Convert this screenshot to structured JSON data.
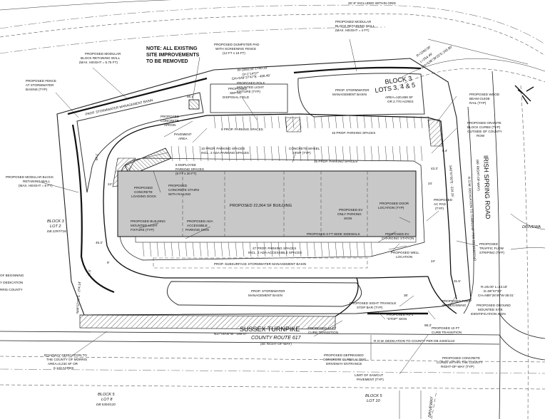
{
  "notes": {
    "note_line1": "NOTE: ALL EXISTING",
    "note_line2": "SITE IMPROVEMENTS",
    "note_line3": "TO BE REMOVED"
  },
  "labels": {
    "top_cut": "25'-8\" INCLUDED WITHIN GRID",
    "wall_modular_top_1": "PROPOSED MODULAR",
    "wall_modular_top_2": "BLOCK RETAINING WALL",
    "wall_modular_top_3": "(MAX. HEIGHT = 5.75 FT)",
    "dumpster_1": "PROPOSED DUMPSTER PAD",
    "dumpster_2": "WITH SCREENING FENCE",
    "dumpster_3": "(12 FT x 15 FT)",
    "wall_right_1": "PROPOSED MODULAR",
    "wall_right_2": "BLOCK RETAINING WALL",
    "wall_right_3": "(MAX. HEIGHT = 4 FT)",
    "curve_top_1": "R=1850.00' L=40.33'",
    "curve_top_2": "D=1°14'57\"",
    "curve_top_3": "CH=S49°27'47\"E - 408.48'",
    "curve_right_1": "R=2260.00'",
    "curve_right_2": "L=254.49'",
    "curve_right_3": "CH=S38°39'25\"E-245.80'",
    "fence_1": "PROPOSED FENCE",
    "fence_2": "AT STORMWATER",
    "fence_3": "BASINS (TYP)",
    "septic_1": "PROPOSED",
    "septic_2": "SEPTIC",
    "septic_3": "DISPOSAL FIELD",
    "pole_1": "PROPOSED POLE",
    "pole_2": "MOUNTED LIGHT",
    "pole_3": "FIXTURE (TYP)",
    "swm_left": "PROP. STORMWATER MANAGEMENT BASIN",
    "swm_top_1": "PROP. STORMWATER",
    "swm_top_2": "MANAGEMENT BASIN",
    "block3_1": "BLOCK 3",
    "block3_2": "LOTS 3, 4 & 5",
    "block3_3": "AREA=120,659 SF",
    "block3_4": "OR 2.770 ACRES",
    "beam_1": "PROPOSED WOOD",
    "beam_2": "BEAM GUIDE",
    "beam_3": "RAIL (TYP)",
    "apron_1": "PROPOSED",
    "apron_2": "CONCRETE",
    "apron_3": "APRON",
    "pave_1": "PAVEMENT",
    "pave_2": "AREA",
    "dim_56": "56.1'",
    "pk9": "9 PROP. PARKING SPACES",
    "pk10_1": "10 PROP. PARKING SPACES",
    "pk10_2": "INCL. 2 ADA PARKING SPACES",
    "wheel_1": "CONCRETE WHEEL",
    "wheel_2": "STOP (TYP)",
    "pk15a": "15 PROP. PARKING SPACES",
    "pk15b": "15 PROP. PARKING SPACES",
    "granite_1": "PROPOSED GRANITE",
    "granite_2": "BLOCK CURBS (TYP)",
    "granite_3": "OUTSIDE OF COUNTY",
    "granite_4": "ROW",
    "emp_1": "6 EMPLOYEE",
    "emp_2": "PARKING SPACES",
    "emp_3": "(9 FT x 20 FT)",
    "dim_43": "43.3'",
    "road_name": "IRISH SPRING ROAD",
    "road_row": "(66' RIGHT-OF-WAY)",
    "row_ded_right": "R.O.W. DEDICATION TO TOWNSHIP PER DB 2326/1143",
    "bearing_right": "S46°07'00\"E - 224.15'",
    "wall_left_1": "PROPOSED MODULAR BLOCK",
    "wall_left_2": "RETAINING WALL",
    "wall_left_3": "(MAX. HEIGHT = 8 FT)",
    "load_1": "PROPOSED",
    "load_2": "CONCRETE",
    "load_3": "LOADING DOCK",
    "stairs_1": "PROPOSED",
    "stairs_2": "CONCRETE STAIRS",
    "stairs_3": "WITH RAILING",
    "building": "PROPOSED 22,064 SF BUILDING",
    "ev_only_1": "PROPOSED EV",
    "ev_only_2": "ONLY PARKING",
    "ev_only_3": "SIGN",
    "door_1": "PROPOSED DOOR",
    "door_2": "LOCATION (TYP)",
    "ac_1": "PROPOSED",
    "ac_2": "AC PAD",
    "ac_3": "(TYP)",
    "block3_lot2_1": "BLOCK 3",
    "block3_lot2_2": "LOT 2",
    "block3_lot2_3": "DB 2297/716",
    "bldg_light_1": "PROPOSED BUILDING",
    "bldg_light_2": "MOUNTED LIGHT",
    "bldg_light_3": "FIXTURE (TYP)",
    "ada_sign_1": "PROPOSED ADA",
    "ada_sign_2": "ACCESSIBLE",
    "ada_sign_3": "PARKING SIGN",
    "sidewalk": "PROPOSED 6 FT WIDE SIDEWALK",
    "ev_station_1": "PROPOSED EV",
    "ev_station_2": "CHARGING STATION",
    "dim_453": "45.3'",
    "pk27_1": "27 PROP. PARKING SPACES",
    "pk27_2": "INCL. 2 ADA ACCESSIBLE SPACES",
    "well_1": "PROPOSED WELL",
    "well_2": "LOCATION",
    "traffic_1": "PROPOSED",
    "traffic_2": "TRAFFIC FLOW",
    "traffic_3": "STRIPING (TYP)",
    "sub_swm": "PROP. SUBSURFACE STORMWATER MANAGEMENT BASIN",
    "driveway": "DRIVEWA",
    "pob_left_1": "OF BEGINNING",
    "pob_left_2": "Y DEDICATION",
    "pob_left_3": "RRIS COUNTY",
    "swm_bottom_1": "PROP. STORMWATER",
    "swm_bottom_2": "MANAGEMENT BASIN",
    "dim_36": "36'",
    "sight_1": "PROPOSED SIGHT TRIANGLE",
    "sight_2": "STOP BAR (TYP)",
    "stop_1": "PROPOSED R1-1",
    "stop_2": "\"STOP\" SIGN",
    "pob_right_1": "PROPOSED POINT",
    "pob_right_2": "OF BEGINNING",
    "curve_bot_1": "R=25.00' L=43.18'",
    "curve_bot_2": "D=98°57'30\"",
    "curve_bot_3": "CH=N89°28'49\"W-38.01'",
    "ground_sign_1": "PROPOSED GROUND",
    "ground_sign_2": "MOUNTED SITE",
    "ground_sign_3": "IDENTIFICATION SIGN",
    "dim_315": "31.5'",
    "dim_24a": "24'",
    "dim_24b": "24'",
    "dim_84": "8.4'",
    "dim_24c": "24'",
    "dim_775": "77.5'",
    "dim_871": "87.1'",
    "dim_9": "9'",
    "dim_983": "98.3'",
    "bearing_bottom": "N37°00'00\"W - 189.47'",
    "bearing_left": "N44°57'00\"E - 274.14'",
    "turnpike": "SUSSEX TURNPIKE",
    "county_route": "COUNTY ROUTE 617",
    "turnpike_row": "(66' RIGHT-OF-WAY)",
    "transition_1": "PROPOSED 10 FT",
    "transition_2": "CURB TRANSITION",
    "transition_3": "PROPOSED 10 FT",
    "transition_4": "CURB TRANSITION",
    "row_ded_bottom": "R.O.W. DEDICATION TO COUNTY PER DB 2326/1143",
    "roadway_1": "ROADWAY DEDICATION TO",
    "roadway_2": "THE COUNTY OF MORRIS",
    "roadway_3": "AREA=6,234 SF OR",
    "roadway_4": "0.143 ACRES",
    "depressed_1": "PROPOSED DEPRESSED",
    "depressed_2": "CONCRETE CURBS ALONG",
    "depressed_3": "DRIVEWAY ENTRANCE",
    "conc_curb_1": "PROPOSED CONCRETE",
    "conc_curb_2": "CURBS WITHIN THE COUNTY",
    "conc_curb_3": "RIGHT-OF-WAY (TYP)",
    "sawcut_1": "LIMIT OF SAWCUT",
    "sawcut_2": "PAVEMENT (TYP)",
    "block5_lot8_1": "BLOCK 5",
    "block5_lot8_2": "LOT 8",
    "block5_lot8_3": "DB 5304/120",
    "block5_lot10_1": "BLOCK 5",
    "block5_lot10_2": "LOT 10",
    "driveway_bottom": "DRIVEWAY"
  }
}
